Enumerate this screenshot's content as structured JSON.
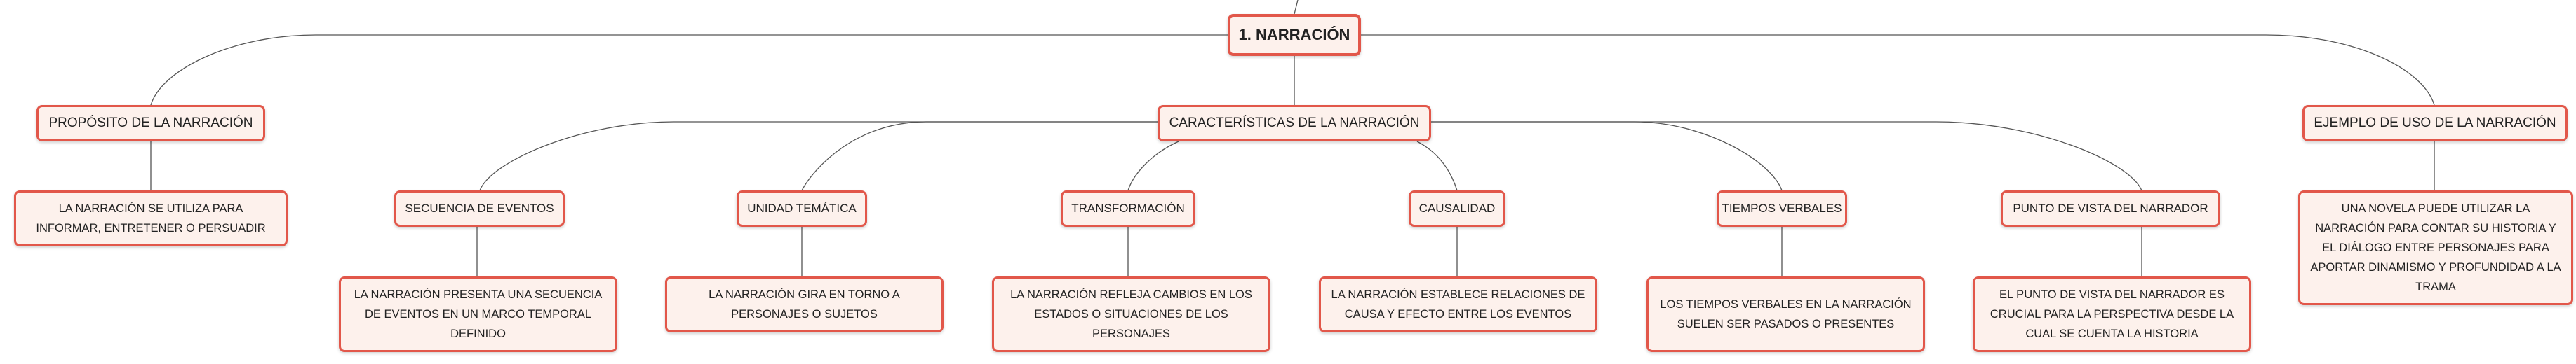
{
  "root": {
    "label": "1. NARRACIÓN"
  },
  "purpose": {
    "label": "PROPÓSITO DE LA NARRACIÓN",
    "detail": "LA NARRACIÓN SE UTILIZA PARA INFORMAR, ENTRETENER O PERSUADIR"
  },
  "characteristics": {
    "label": "CARACTERÍSTICAS DE LA NARRACIÓN",
    "items": [
      {
        "label": "SECUENCIA DE EVENTOS",
        "detail": "LA NARRACIÓN PRESENTA UNA SECUENCIA DE EVENTOS EN UN MARCO TEMPORAL DEFINIDO"
      },
      {
        "label": "UNIDAD TEMÁTICA",
        "detail": "LA NARRACIÓN GIRA EN TORNO A PERSONAJES O SUJETOS"
      },
      {
        "label": "TRANSFORMACIÓN",
        "detail": "LA NARRACIÓN REFLEJA CAMBIOS EN LOS ESTADOS O SITUACIONES DE LOS PERSONAJES"
      },
      {
        "label": "CAUSALIDAD",
        "detail": "LA NARRACIÓN ESTABLECE RELACIONES DE CAUSA Y EFECTO ENTRE LOS EVENTOS"
      },
      {
        "label": "TIEMPOS VERBALES",
        "detail": "LOS TIEMPOS VERBALES EN LA NARRACIÓN SUELEN SER PASADOS O PRESENTES"
      },
      {
        "label": "PUNTO DE VISTA DEL NARRADOR",
        "detail": "EL PUNTO DE VISTA DEL NARRADOR ES CRUCIAL PARA LA PERSPECTIVA DESDE LA CUAL SE CUENTA LA HISTORIA"
      }
    ]
  },
  "example": {
    "label": "EJEMPLO DE USO DE LA NARRACIÓN",
    "detail": "UNA NOVELA PUEDE UTILIZAR LA NARRACIÓN PARA CONTAR SU HISTORIA Y EL DIÁLOGO ENTRE PERSONAJES PARA APORTAR DINAMISMO Y PROFUNDIDAD A LA TRAMA"
  }
}
